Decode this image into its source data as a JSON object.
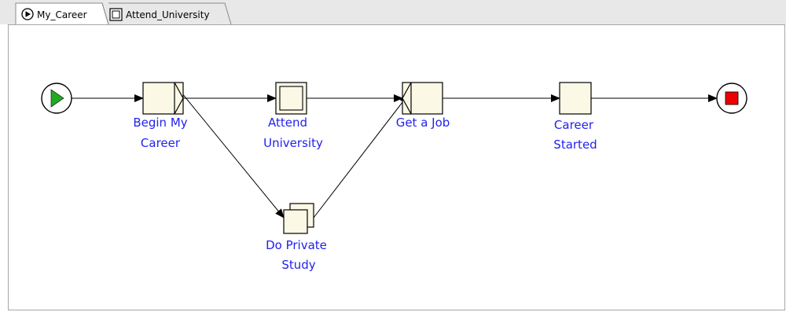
{
  "tabs": [
    {
      "label": "My_Career",
      "icon": "play-circle-icon"
    },
    {
      "label": "Attend_University",
      "icon": "composite-square-icon"
    }
  ],
  "nodes": {
    "begin_my_career": {
      "label_line1": "Begin My",
      "label_line2": "Career"
    },
    "attend_university": {
      "label_line1": "Attend",
      "label_line2": "University"
    },
    "get_a_job": {
      "label_line1": "Get a Job"
    },
    "career_started": {
      "label_line1": "Career",
      "label_line2": "Started"
    },
    "do_private_study": {
      "label_line1": "Do Private",
      "label_line2": "Study"
    }
  },
  "colors": {
    "label_text": "#2222ee",
    "task_fill": "#fbf8e6",
    "start_green": "#22aa22",
    "end_red": "#ee0000"
  }
}
